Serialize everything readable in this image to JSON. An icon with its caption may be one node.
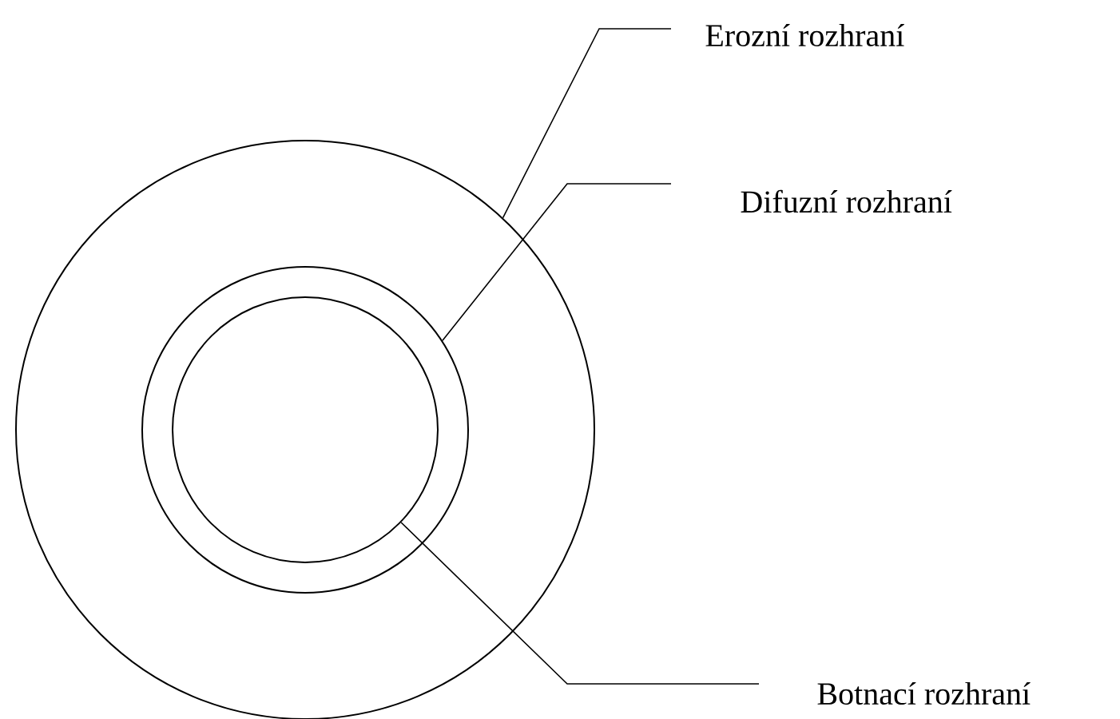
{
  "diagram": {
    "nodes": [
      {
        "text": [],
        "shape": "circle"
      },
      {
        "text": [],
        "shape": "circle",
        "in": 0
      },
      {
        "text": [],
        "shape": "circle",
        "in": 1
      },
      {
        "text": [
          "Erozní rozhraní"
        ]
      },
      {
        "text": [
          "Difuzní rozhraní"
        ]
      },
      {
        "text": [
          "Botnací rozhraní"
        ]
      }
    ],
    "edges": [
      {
        "from": 3,
        "to": 0,
        "arrow": "none"
      },
      {
        "from": 4,
        "to": 1,
        "arrow": "none"
      },
      {
        "from": 5,
        "to": 2,
        "arrow": "none"
      }
    ]
  }
}
